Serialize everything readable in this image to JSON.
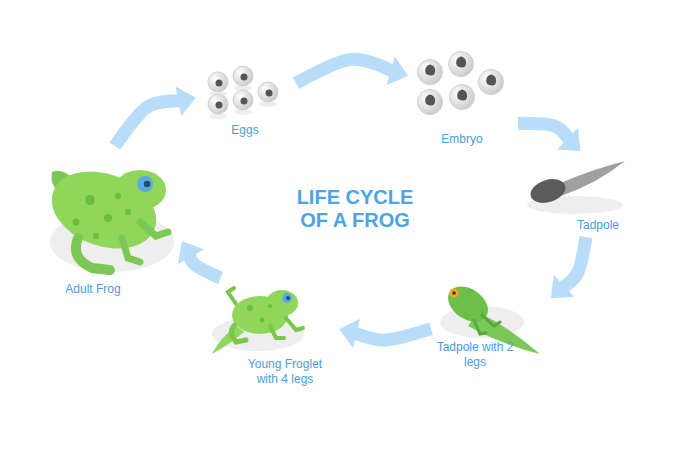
{
  "diagram": {
    "title": "LIFE CYCLE OF A FROG",
    "nodes": [
      {
        "text": [
          "Eggs"
        ]
      },
      {
        "text": [
          "Embryo"
        ]
      },
      {
        "text": [
          "Tadpole"
        ]
      },
      {
        "text": [
          "Tadpole with 2 legs"
        ]
      },
      {
        "text": [
          "Young Froglet with 4 legs"
        ]
      },
      {
        "text": [
          "Adult Frog"
        ]
      }
    ],
    "edges": [
      {
        "from": 0,
        "to": 1,
        "arrow": "to"
      },
      {
        "from": 1,
        "to": 2,
        "arrow": "to"
      },
      {
        "from": 2,
        "to": 3,
        "arrow": "to"
      },
      {
        "from": 3,
        "to": 4,
        "arrow": "to"
      },
      {
        "from": 4,
        "to": 5,
        "arrow": "to"
      },
      {
        "from": 5,
        "to": 0,
        "arrow": "to"
      }
    ]
  }
}
